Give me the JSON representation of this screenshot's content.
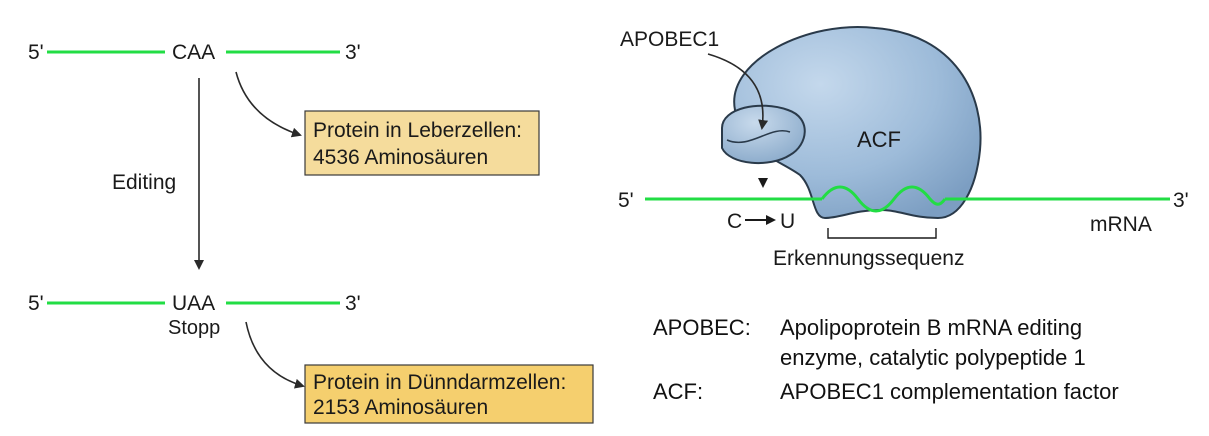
{
  "left": {
    "top_strand": {
      "five": "5'",
      "codon": "CAA",
      "three": "3'"
    },
    "editing_label": "Editing",
    "bottom_strand": {
      "five": "5'",
      "codon": "UAA",
      "three": "3'",
      "stop": "Stopp"
    },
    "box_liver": {
      "line1": "Protein in Leberzellen:",
      "line2": "4536 Aminosäuren"
    },
    "box_intestine": {
      "line1": "Protein in Dünndarmzellen:",
      "line2": "2153 Aminosäuren"
    }
  },
  "right": {
    "apobec_label": "APOBEC1",
    "acf_label": "ACF",
    "mrna_five": "5'",
    "mrna_three": "3'",
    "mrna_label": "mRNA",
    "c_label": "C",
    "u_label": "U",
    "recognition_label": "Erkennungssequenz"
  },
  "legend": [
    {
      "term": "APOBEC:",
      "line1": "Apolipoprotein B mRNA editing",
      "line2": "enzyme, catalytic polypeptide 1"
    },
    {
      "term": "ACF:",
      "line1": "APOBEC1 complementation factor",
      "line2": ""
    }
  ],
  "colors": {
    "strand": "#22dd44",
    "box_liver": "#f5dc9c",
    "box_intestine": "#f5cf6e",
    "protein_fill": "#9dbbd9",
    "protein_stroke": "#2a3a4a"
  }
}
